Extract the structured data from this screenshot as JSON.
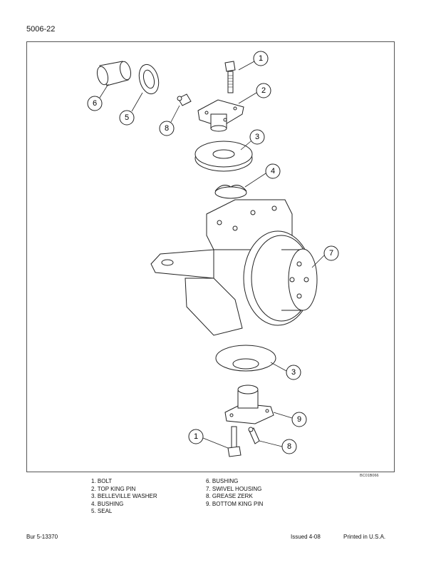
{
  "header": {
    "page_number": "5006-22"
  },
  "figure": {
    "code": "BC01B066",
    "callouts": [
      "1",
      "2",
      "6",
      "5",
      "8",
      "3",
      "4",
      "7",
      "3",
      "9",
      "1",
      "8"
    ]
  },
  "legend": {
    "left": [
      "1. BOLT",
      "2. TOP KING PIN",
      "3. BELLEVILLE WASHER",
      "4. BUSHING",
      "5. SEAL"
    ],
    "right": [
      "6. BUSHING",
      "7. SWIVEL HOUSING",
      "8. GREASE ZERK",
      "9. BOTTOM KING PIN"
    ]
  },
  "footer": {
    "doc_number": "Bur 5-13370",
    "issued": "Issued 4-08",
    "printed": "Printed in U.S.A."
  }
}
